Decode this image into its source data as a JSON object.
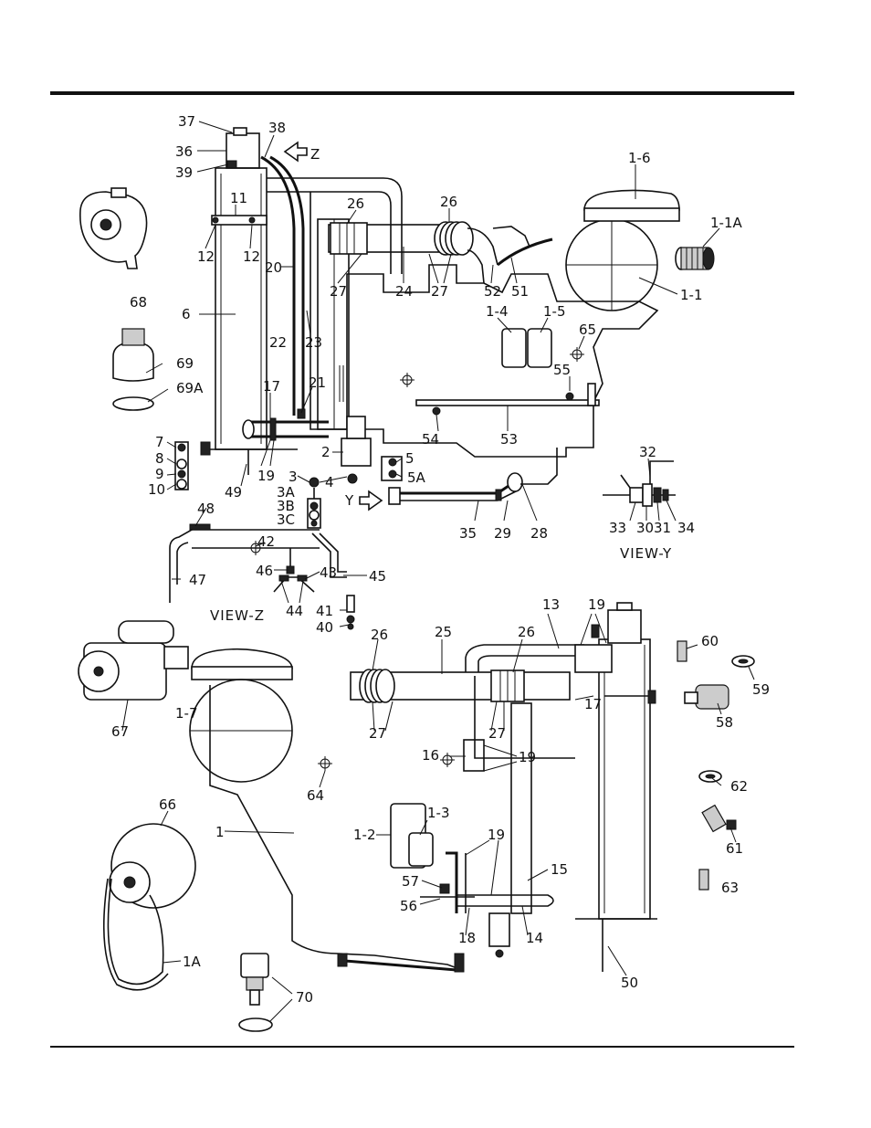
{
  "view_titles": {
    "view_y": "VIEW-Y",
    "view_z": "VIEW-Z"
  },
  "arrows": {
    "z": "Z",
    "y": "Y"
  },
  "callouts": {
    "c37": "37",
    "c38": "38",
    "c36": "36",
    "c39": "39",
    "c1_6": "1-6",
    "c1_1a": "1-1A",
    "c1_1": "1-1",
    "c11a": "11",
    "c12a": "12",
    "c12b": "12",
    "c26a": "26",
    "c26b": "26",
    "c20": "20",
    "c27a": "27",
    "c24": "24",
    "c27b": "27",
    "c52": "52",
    "c51": "51",
    "c68": "68",
    "c6": "6",
    "c1_4": "1-4",
    "c1_5": "1-5",
    "c65": "65",
    "c55": "55",
    "c22": "22",
    "c23": "23",
    "c69": "69",
    "c69a": "69A",
    "c17a": "17",
    "c21": "21",
    "c54": "54",
    "c53": "53",
    "c7": "7",
    "c8": "8",
    "c9": "9",
    "c10": "10",
    "c2": "2",
    "c5": "5",
    "c5a": "5A",
    "c19a": "19",
    "c49": "49",
    "c3": "3",
    "c4": "4",
    "c3a": "3A",
    "c3b": "3B",
    "c3c": "3C",
    "c32": "32",
    "c33": "33",
    "c30": "30",
    "c31": "31",
    "c34": "34",
    "c35": "35",
    "c29": "29",
    "c28": "28",
    "c48": "48",
    "c42": "42",
    "c47": "47",
    "c46": "46",
    "c43": "43",
    "c45": "45",
    "c44": "44",
    "c41": "41",
    "c40": "40",
    "c13": "13",
    "c19b": "19",
    "c60": "60",
    "c59": "59",
    "c26c": "26",
    "c25": "25",
    "c26d": "26",
    "c67": "67",
    "c1_7": "1-7",
    "c27c": "27",
    "c27d": "27",
    "c17b": "17",
    "c58": "58",
    "c16": "16",
    "c19c": "19",
    "c64": "64",
    "c62": "62",
    "c66": "66",
    "c1": "1",
    "c1_2": "1-2",
    "c1_3": "1-3",
    "c19d": "19",
    "c15": "15",
    "c61": "61",
    "c57": "57",
    "c63": "63",
    "c56": "56",
    "c18": "18",
    "c14": "14",
    "c1a": "1A",
    "c70": "70",
    "c50": "50"
  }
}
